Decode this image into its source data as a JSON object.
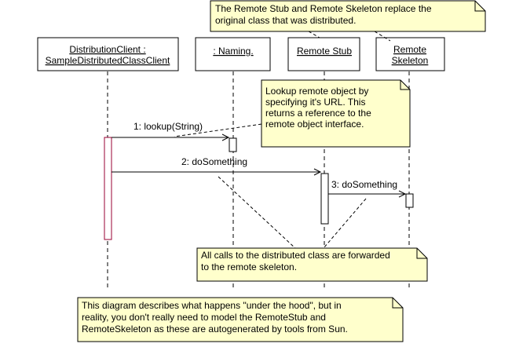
{
  "colors": {
    "note_fill": "#FFFFCC",
    "client_activation": "#990033",
    "line": "#000000",
    "background": "#FFFFFF"
  },
  "participants": [
    {
      "id": "client",
      "lines": [
        "DistributionClient :",
        "SampleDistributedClassClient"
      ]
    },
    {
      "id": "naming",
      "lines": [
        ": Naming."
      ]
    },
    {
      "id": "stub",
      "lines": [
        "Remote Stub"
      ]
    },
    {
      "id": "skeleton",
      "lines": [
        "Remote",
        "Skeleton"
      ]
    }
  ],
  "messages": [
    {
      "id": "lookup",
      "label": "1: lookup(String)"
    },
    {
      "id": "do1",
      "label": "2: doSomething"
    },
    {
      "id": "do2",
      "label": "3: doSomething"
    }
  ],
  "notes": [
    {
      "id": "replace",
      "lines": [
        "The Remote Stub and Remote Skeleton replace the",
        "original class that was distributed."
      ]
    },
    {
      "id": "lookup",
      "lines": [
        "Lookup remote object by",
        "specifying it's URL.   This",
        "returns a reference to the",
        "remote object interface."
      ]
    },
    {
      "id": "forward",
      "lines": [
        "All calls to the distributed class are forwarded",
        "to the remote skeleton."
      ]
    },
    {
      "id": "hood",
      "lines": [
        "This diagram describes what happens \"under the hood\", but in",
        "reality, you don't really need to model the RemoteStub and",
        "RemoteSkeleton as these are autogenerated by tools from Sun."
      ]
    }
  ]
}
